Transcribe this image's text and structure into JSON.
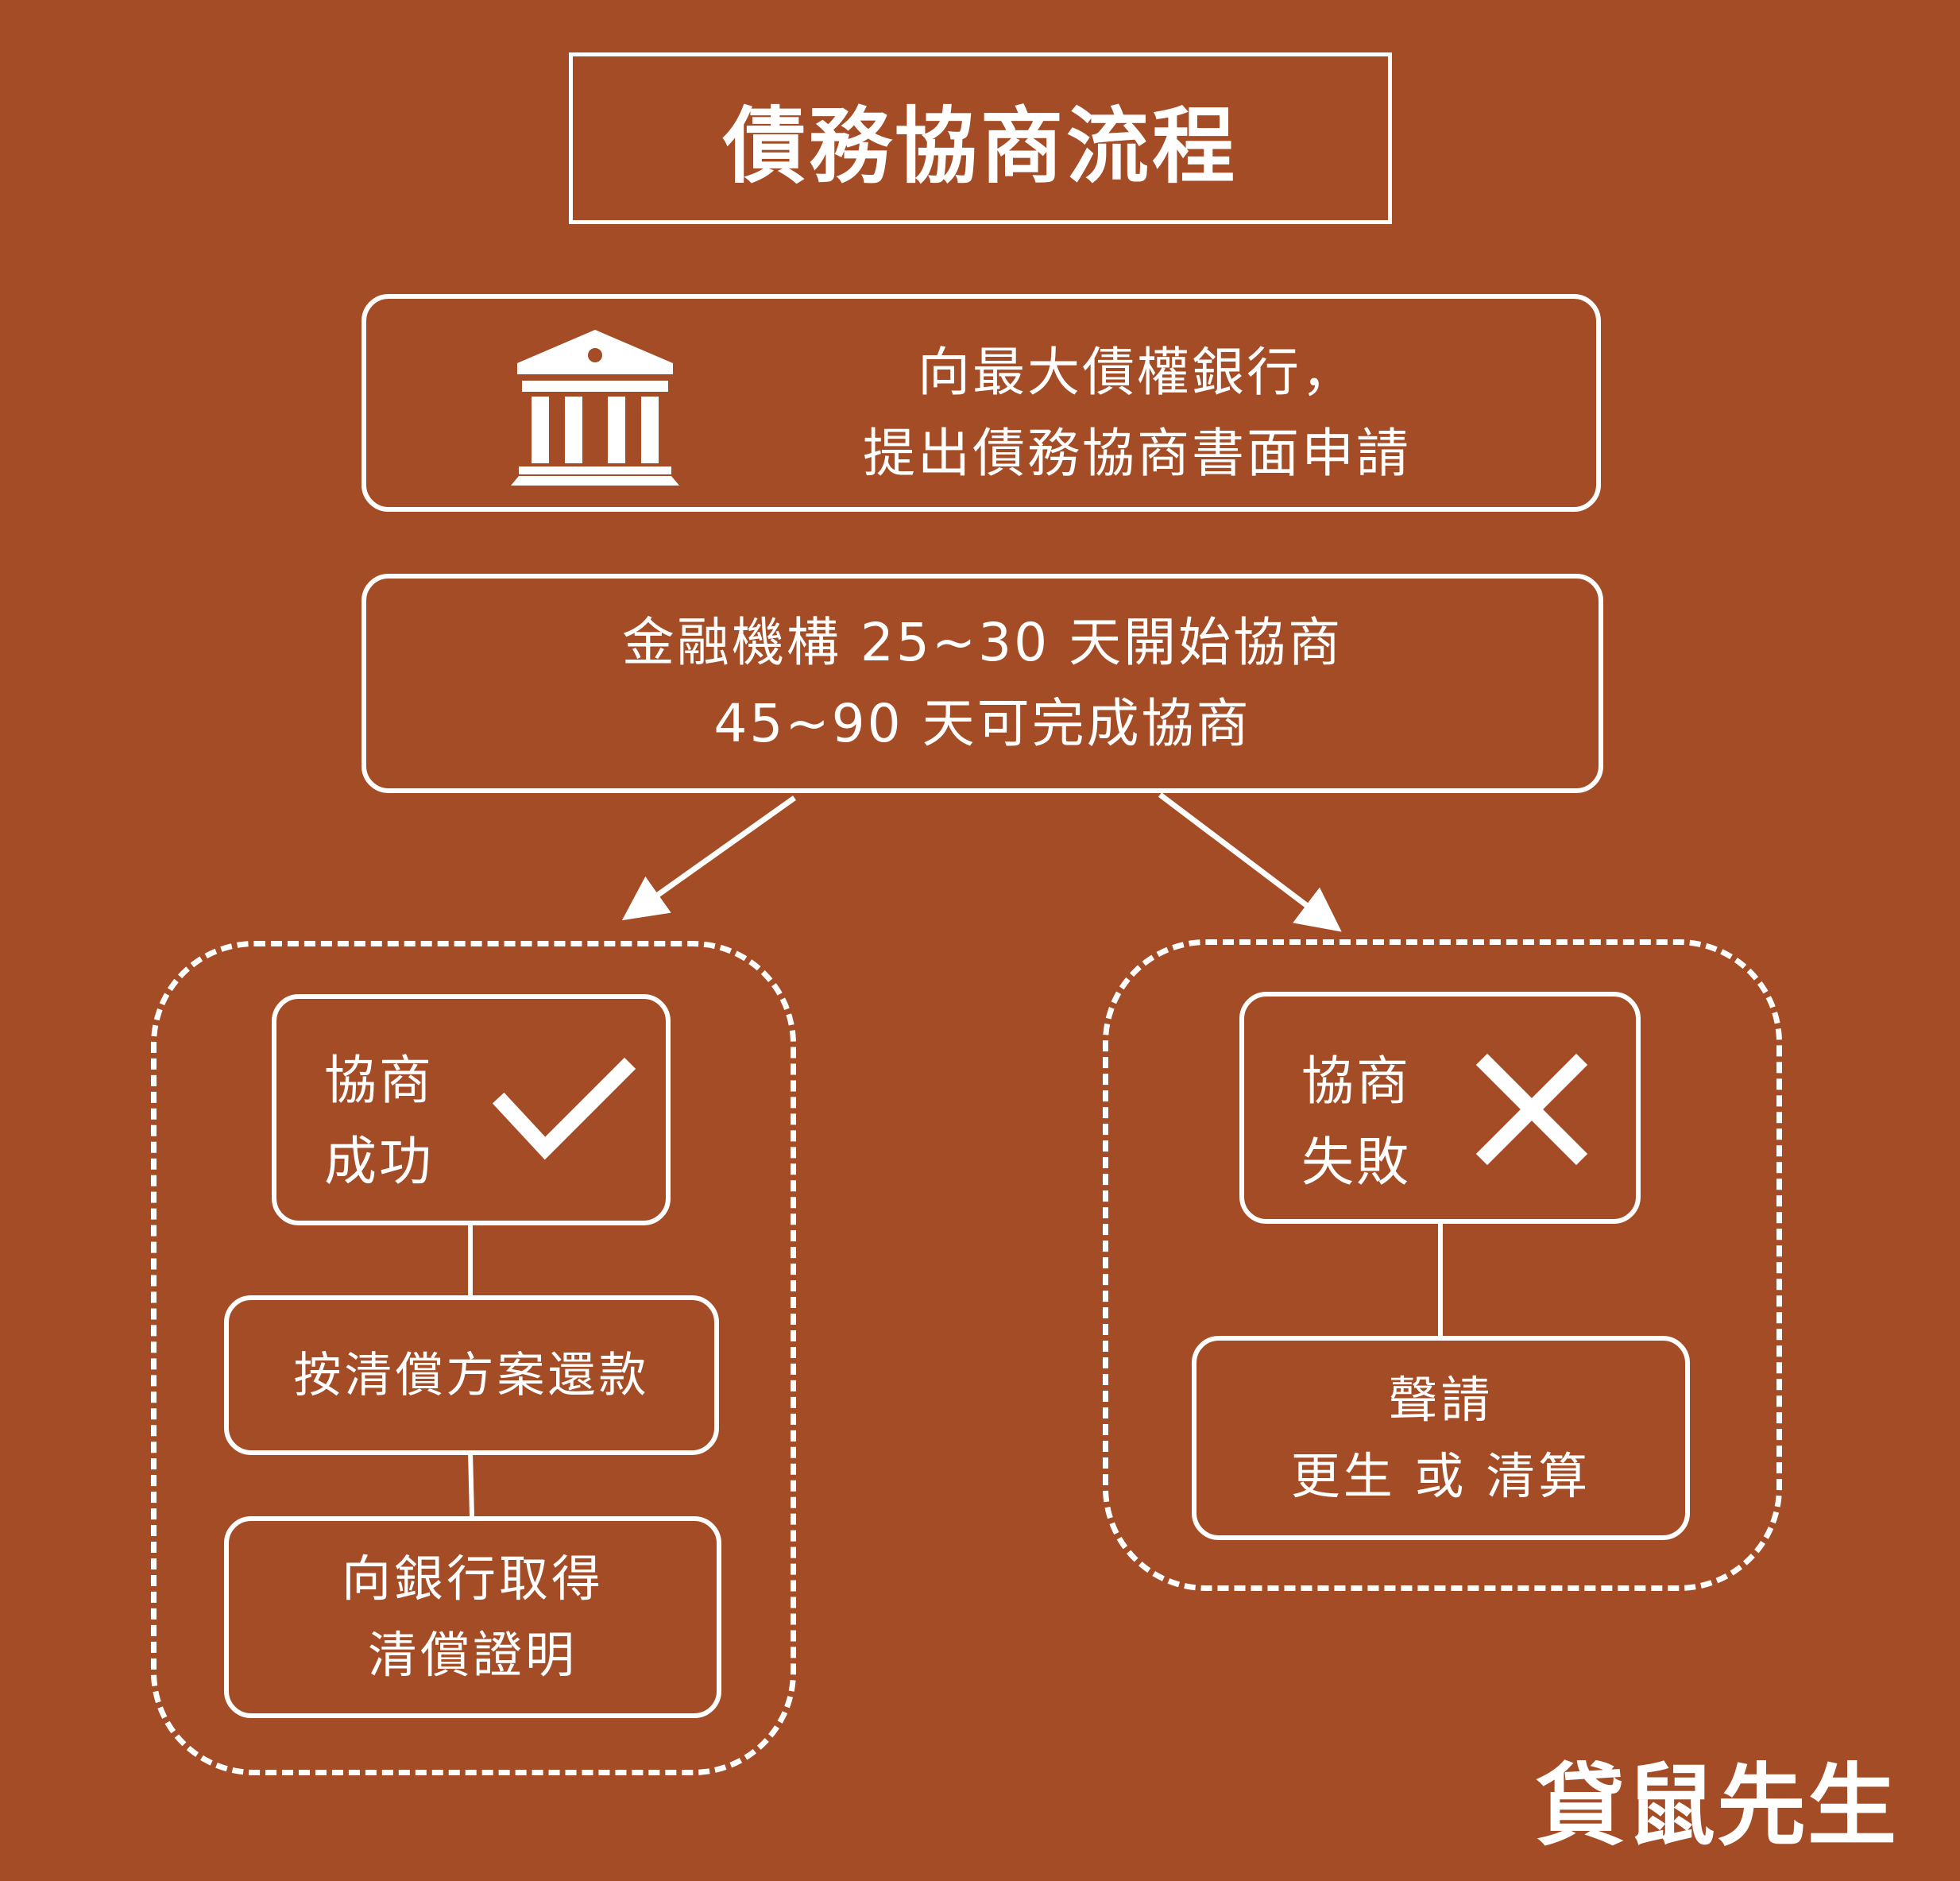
{
  "title": "債務協商流程",
  "step1": {
    "line1": "向最大債權銀行，",
    "line2": "提出債務協商書面申請",
    "icon": "bank-icon"
  },
  "step2": {
    "line1": "金融機構 25~30 天開始協商",
    "line2": "45~90 天可完成協商"
  },
  "success": {
    "status_line1": "協商",
    "status_line2": "成功",
    "icon": "checkmark-icon",
    "next": "按清償方案還款",
    "final_line1": "向銀行取得",
    "final_line2": "清償證明"
  },
  "failure": {
    "status_line1": "協商",
    "status_line2": "失敗",
    "icon": "cross-icon",
    "next_line1": "聲請",
    "next_line2": "更生 或 清算"
  },
  "brand": "貸鼠先生",
  "colors": {
    "background": "#a44c25",
    "foreground": "#ffffff"
  }
}
